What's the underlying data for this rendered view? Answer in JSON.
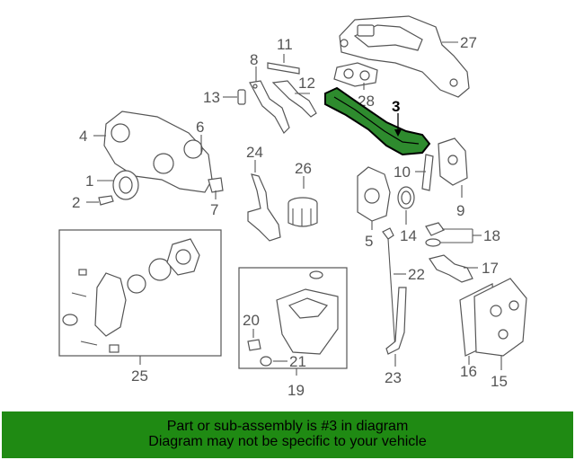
{
  "diagram": {
    "highlight_color": "#2e8b2e",
    "banner_color": "#1f8a13",
    "callouts": {
      "c1": "1",
      "c2": "2",
      "c3": "3",
      "c4": "4",
      "c5": "5",
      "c6": "6",
      "c7": "7",
      "c8": "8",
      "c9": "9",
      "c10": "10",
      "c11": "11",
      "c12": "12",
      "c13": "13",
      "c14": "14",
      "c15": "15",
      "c16": "16",
      "c17": "17",
      "c18": "18",
      "c19": "19",
      "c20": "20",
      "c21": "21",
      "c22": "22",
      "c23": "23",
      "c24": "24",
      "c25": "25",
      "c26": "26",
      "c27": "27",
      "c28": "28"
    },
    "highlighted_part": "3"
  },
  "banner": {
    "line1": "Part or sub-assembly is #3 in diagram",
    "line2": "Diagram may not be specific to your vehicle"
  }
}
